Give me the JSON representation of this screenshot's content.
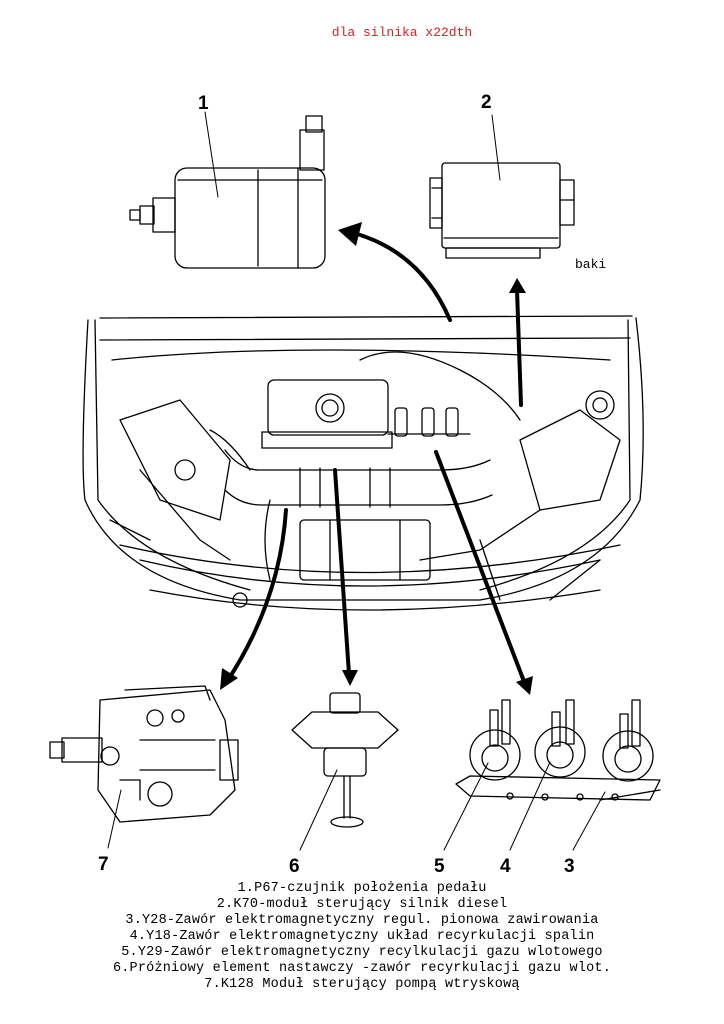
{
  "diagram": {
    "caption": "dla silnika x22dth",
    "caption_color": "#d62020",
    "side_label": "baki",
    "callouts": [
      "1",
      "2",
      "3",
      "4",
      "5",
      "6",
      "7"
    ],
    "legend": [
      "1.P67-czujnik położenia pedału",
      "2.K70-moduł sterujący silnik diesel",
      "3.Y28-Zawór elektromagnetyczny regul. pionowa zawirowania",
      "4.Y18-Zawór elektromagnetyczny układ recyrkulacji spalin",
      "5.Y29-Zawór elektromagnetyczny recylkulacji gazu wlotowego",
      "6.Próżniowy element nastawczy -zawór recyrkulacji gazu wlot.",
      "7.K128 Moduł sterujący pompą wtryskową"
    ]
  }
}
